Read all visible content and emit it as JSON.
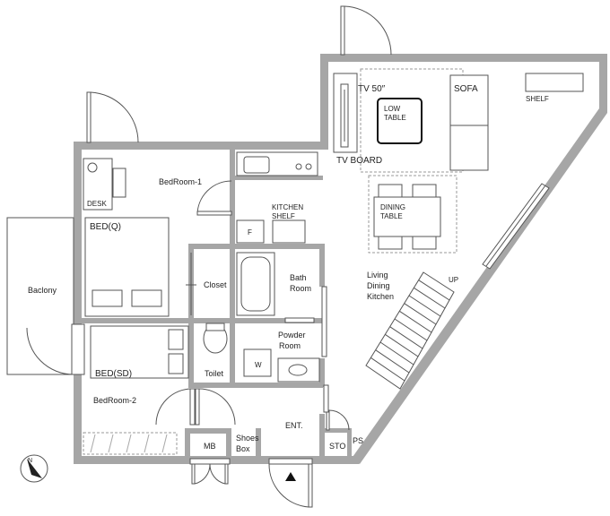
{
  "rooms": {
    "bedroom1": "BedRoom-1",
    "bedroom2": "BedRoom-2",
    "ldk_line1": "Living",
    "ldk_line2": "Dining",
    "ldk_line3": "Kitchen",
    "balcony": "Baclony",
    "closet": "Closet",
    "bath_line1": "Bath",
    "bath_line2": "Room",
    "powder_line1": "Powder",
    "powder_line2": "Room",
    "toilet": "Toilet",
    "entrance": "ENT.",
    "mb": "MB",
    "shoes_line1": "Shoes",
    "shoes_line2": "Box",
    "sto": "STO",
    "ps": "PS"
  },
  "furniture": {
    "desk": "DESK",
    "bed_queen": "BED(Q)",
    "bed_sd": "BED(SD)",
    "kitchen_line1": "KITCHEN",
    "kitchen_line2": "SHELF",
    "fridge": "F",
    "washer": "W",
    "tv": "TV 50″",
    "tv_board": "TV BOARD",
    "low_table_line1": "LOW",
    "low_table_line2": "TABLE",
    "sofa": "SOFA",
    "shelf": "SHELF",
    "dining_line1": "DINING",
    "dining_line2": "TABLE",
    "stairs_up": "UP"
  },
  "compass": {
    "north": "N"
  },
  "colors": {
    "wall": "#a6a6a6",
    "line": "#555555"
  }
}
